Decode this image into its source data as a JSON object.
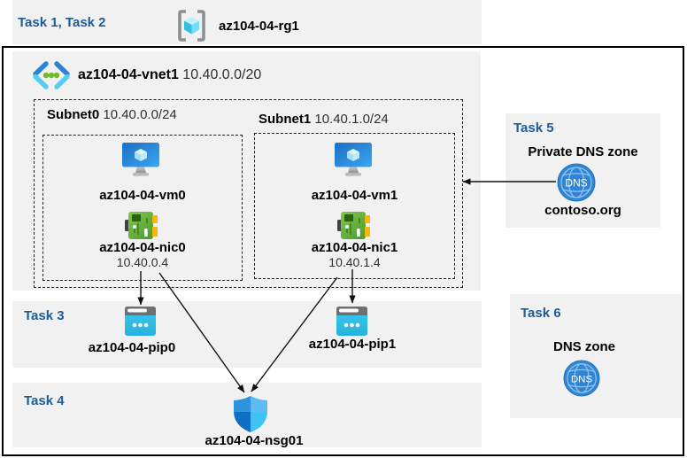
{
  "header": {
    "tasks_label": "Task 1, Task 2",
    "resource_group": "az104-04-rg1"
  },
  "vnet": {
    "name": "az104-04-vnet1",
    "cidr": "10.40.0.0/20",
    "subnets": [
      {
        "name": "Subnet0",
        "cidr": "10.40.0.0/24",
        "vm": "az104-04-vm0",
        "nic": "az104-04-nic0",
        "ip": "10.40.0.4"
      },
      {
        "name": "Subnet1",
        "cidr": "10.40.1.0/24",
        "vm": "az104-04-vm1",
        "nic": "az104-04-nic1",
        "ip": "10.40.1.4"
      }
    ]
  },
  "task3": {
    "label": "Task 3",
    "pip0": "az104-04-pip0",
    "pip1": "az104-04-pip1"
  },
  "task4": {
    "label": "Task 4",
    "nsg": "az104-04-nsg01"
  },
  "task5": {
    "label": "Task 5",
    "title": "Private DNS zone",
    "zone_name": "contoso.org",
    "dns_icon_text": "DNS"
  },
  "task6": {
    "label": "Task 6",
    "title": "DNS zone",
    "dns_icon_text": "DNS"
  },
  "colors": {
    "task_label_blue": "#1e5c98",
    "panel_gray": "#f1f1f1",
    "vm_blue": "#2f9ced",
    "nic_green": "#5aa838",
    "pip_cyan": "#35c1e7",
    "dns_blue": "#2e85d5",
    "shield_blues": [
      "#2d93de",
      "#5cbcf0",
      "#0d6fc5",
      "#3fc3f4"
    ],
    "vnet_chevron_blue": "#2b82d8",
    "vnet_chevron_cyan": "#55cdf4",
    "vnet_dot_green": "#76b82a"
  }
}
